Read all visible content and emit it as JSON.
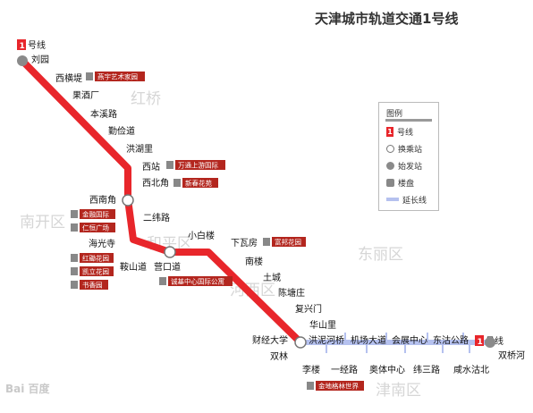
{
  "title": "天津城市轨道交通1号线",
  "line_badge": "1",
  "line_suffix": "号线",
  "colors": {
    "line": "#e8262b",
    "extension": "#b5c1ef",
    "terminal": "#8a8a8a",
    "district": "#d6d6d6"
  },
  "districts": [
    {
      "key": "hongqiao",
      "label": "红桥"
    },
    {
      "key": "nankai",
      "label": "南开区"
    },
    {
      "key": "heping",
      "label": "和平区"
    },
    {
      "key": "hexi",
      "label": "河西区"
    },
    {
      "key": "dongli",
      "label": "东丽区"
    },
    {
      "key": "jinnan",
      "label": "津南区"
    }
  ],
  "stations": [
    {
      "key": "liuyuan",
      "label": "刘园"
    },
    {
      "key": "xihengdi",
      "label": "西横堤"
    },
    {
      "key": "guojiuchang",
      "label": "果酒厂"
    },
    {
      "key": "benxilu",
      "label": "本溪路"
    },
    {
      "key": "qinjiandao",
      "label": "勤俭道"
    },
    {
      "key": "hongfuli",
      "label": "洪湖里"
    },
    {
      "key": "xizhan",
      "label": "西站"
    },
    {
      "key": "xibeijiao",
      "label": "西北角"
    },
    {
      "key": "xinanjiao",
      "label": "西南角"
    },
    {
      "key": "erweilu",
      "label": "二纬路"
    },
    {
      "key": "haiguangsi",
      "label": "海光寺"
    },
    {
      "key": "anshandao",
      "label": "鞍山道"
    },
    {
      "key": "yingkoudao",
      "label": "营口道"
    },
    {
      "key": "xiaobailou",
      "label": "小白楼"
    },
    {
      "key": "xiawafang",
      "label": "下瓦房"
    },
    {
      "key": "nanlou",
      "label": "南楼"
    },
    {
      "key": "tucheng",
      "label": "土城"
    },
    {
      "key": "chentangzhuang",
      "label": "陈塘庄"
    },
    {
      "key": "fuxingmen",
      "label": "复兴门"
    },
    {
      "key": "huashanli",
      "label": "华山里"
    },
    {
      "key": "caijingdaxue",
      "label": "财经大学"
    },
    {
      "key": "shuanglin",
      "label": "双林"
    },
    {
      "key": "lilou",
      "label": "李楼"
    },
    {
      "key": "hongnihe",
      "label": "洪泥河桥"
    },
    {
      "key": "yijinglu",
      "label": "一经路"
    },
    {
      "key": "jichangdadao",
      "label": "机场大道"
    },
    {
      "key": "aotizhongxin",
      "label": "奥体中心"
    },
    {
      "key": "huizhanzhongxin",
      "label": "会展中心"
    },
    {
      "key": "weisanlu",
      "label": "纬三路"
    },
    {
      "key": "dongguanglu",
      "label": "东沽公路"
    },
    {
      "key": "xianshuiguobei",
      "label": "咸水沽北"
    },
    {
      "key": "shuangqiaohe",
      "label": "双桥河"
    }
  ],
  "property_tags": [
    {
      "key": "xihengdi",
      "label": "燕宇艺术家园"
    },
    {
      "key": "xizhan",
      "label": "万通上游国际"
    },
    {
      "key": "xibeijiao",
      "label": "新春花苑"
    },
    {
      "key": "xinanjiao1",
      "label": "金融国际"
    },
    {
      "key": "xinanjiao2",
      "label": "仁恒广场"
    },
    {
      "key": "haiguangsi1",
      "label": "红磡花园"
    },
    {
      "key": "haiguangsi2",
      "label": "凯立花园"
    },
    {
      "key": "haiguangsi3",
      "label": "书香园"
    },
    {
      "key": "yingkoudao",
      "label": "诚基中心国际公寓"
    },
    {
      "key": "xiawafang",
      "label": "富邦花园"
    },
    {
      "key": "lilou",
      "label": "金地格林世界"
    }
  ],
  "legend": {
    "title": "图例",
    "line": "号线",
    "transfer": "换乘站",
    "terminal": "始发站",
    "property": "楼盘",
    "extension": "延长线"
  },
  "watermark": "Bai 百度"
}
